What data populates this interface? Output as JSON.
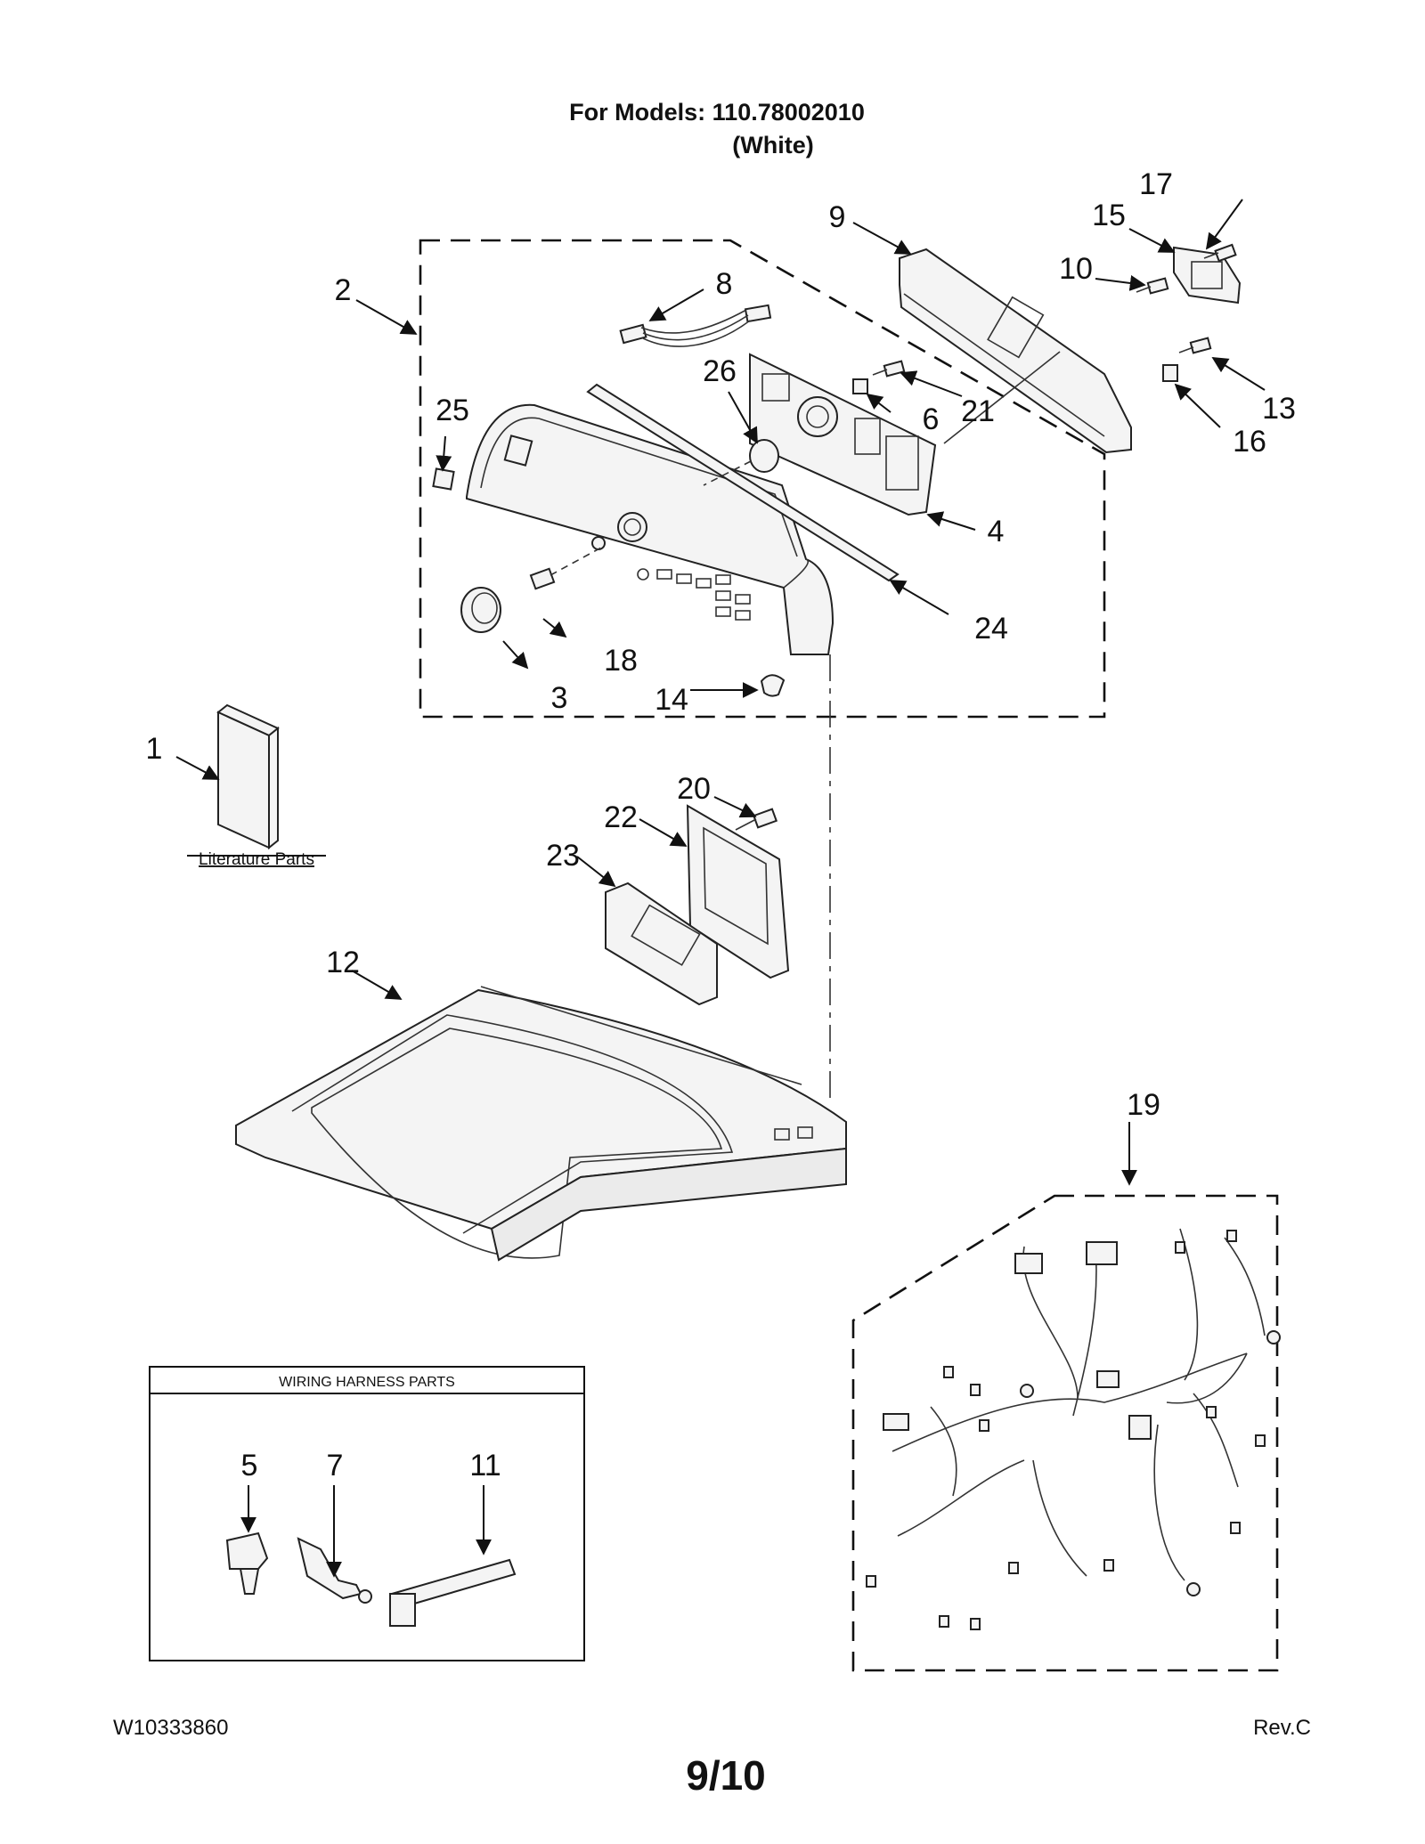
{
  "header": {
    "title_line1": "For Models: 110.78002010",
    "title_line2": "(White)"
  },
  "labels": {
    "literature": "Literature Parts",
    "wiring_box_title": "WIRING HARNESS PARTS"
  },
  "callouts": {
    "c1": "1",
    "c2": "2",
    "c3": "3",
    "c4": "4",
    "c5": "5",
    "c6": "6",
    "c7": "7",
    "c8": "8",
    "c9": "9",
    "c10": "10",
    "c11": "11",
    "c12": "12",
    "c13": "13",
    "c14": "14",
    "c15": "15",
    "c16": "16",
    "c17": "17",
    "c18": "18",
    "c19": "19",
    "c20": "20",
    "c21": "21",
    "c22": "22",
    "c23": "23",
    "c24": "24",
    "c25": "25",
    "c26": "26"
  },
  "footer": {
    "doc_number": "W10333860",
    "revision": "Rev.C",
    "page": "9/10"
  }
}
